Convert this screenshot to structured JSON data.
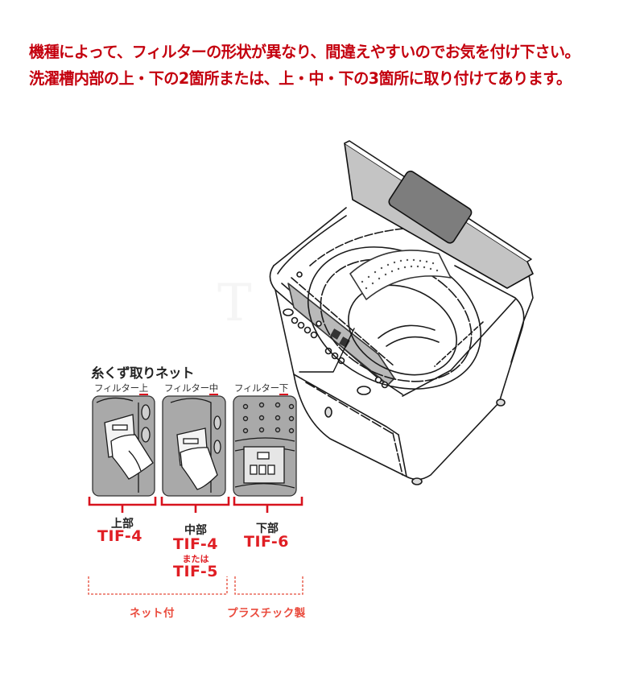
{
  "notice": {
    "line1": "機種によって、フィルターの形状が異なり、間違えやすいのでお気を付け下さい。",
    "line2": "洗濯槽内部の上・下の2箇所または、上・中・下の3箇所に取り付けてあります。",
    "color": "#c4000e"
  },
  "diagram": {
    "title": "糸くず取りネット",
    "filters": [
      {
        "prefix": "フィルター",
        "position": "上",
        "part": "上部",
        "models": [
          "TIF-4"
        ],
        "or_label": ""
      },
      {
        "prefix": "フィルター",
        "position": "中",
        "part": "中部",
        "models": [
          "TIF-4",
          "TIF-5"
        ],
        "or_label": "または"
      },
      {
        "prefix": "フィルター",
        "position": "下",
        "part": "下部",
        "models": [
          "TIF-6"
        ],
        "or_label": ""
      }
    ],
    "groups": [
      {
        "label": "ネット付",
        "covers": [
          "上部",
          "中部"
        ]
      },
      {
        "label": "プラスチック製",
        "covers": [
          "下部"
        ]
      }
    ],
    "colors": {
      "model": "#e01e24",
      "bracket": "#d8131e",
      "group": "#ea4a3c"
    }
  }
}
